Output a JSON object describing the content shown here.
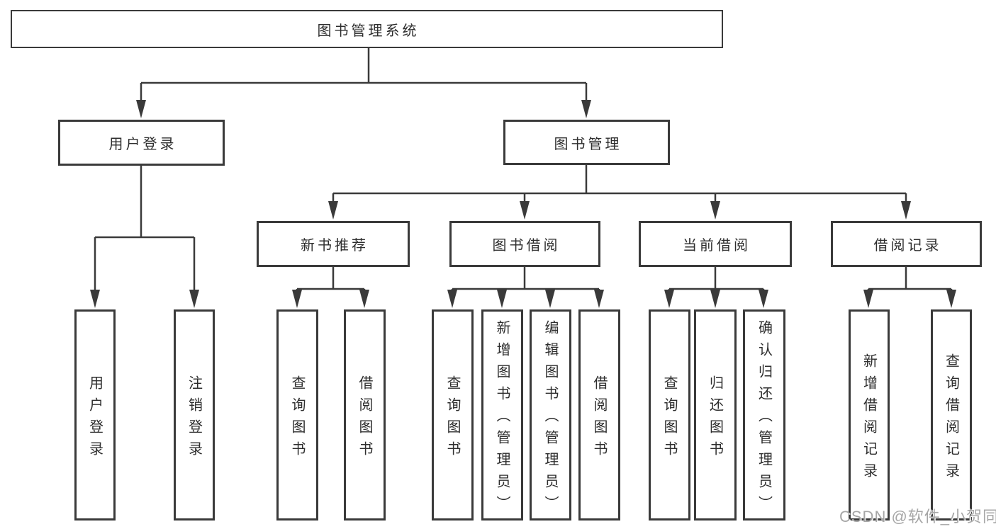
{
  "watermark": "CSDN @软件_小贺同学",
  "colors": {
    "line": "#3a3a3a",
    "box_border": "#3a3a3a",
    "text": "#2e2e2e",
    "background": "#ffffff",
    "watermark": "#a6a6a6"
  },
  "tree": {
    "root": {
      "label": "图书管理系统",
      "children": [
        {
          "label": "用户登录",
          "children": [
            {
              "label": "用户登录"
            },
            {
              "label": "注销登录"
            }
          ]
        },
        {
          "label": "图书管理",
          "children": [
            {
              "label": "新书推荐",
              "children": [
                {
                  "label": "查询图书"
                },
                {
                  "label": "借阅图书"
                }
              ]
            },
            {
              "label": "图书借阅",
              "children": [
                {
                  "label": "查询图书"
                },
                {
                  "label": "新增图书（管理员）"
                },
                {
                  "label": "编辑图书（管理员）"
                },
                {
                  "label": "借阅图书"
                }
              ]
            },
            {
              "label": "当前借阅",
              "children": [
                {
                  "label": "查询图书"
                },
                {
                  "label": "归还图书"
                },
                {
                  "label": "确认归还（管理员）"
                }
              ]
            },
            {
              "label": "借阅记录",
              "children": [
                {
                  "label": "新增借阅记录"
                },
                {
                  "label": "查询借阅记录"
                }
              ]
            }
          ]
        }
      ]
    }
  }
}
